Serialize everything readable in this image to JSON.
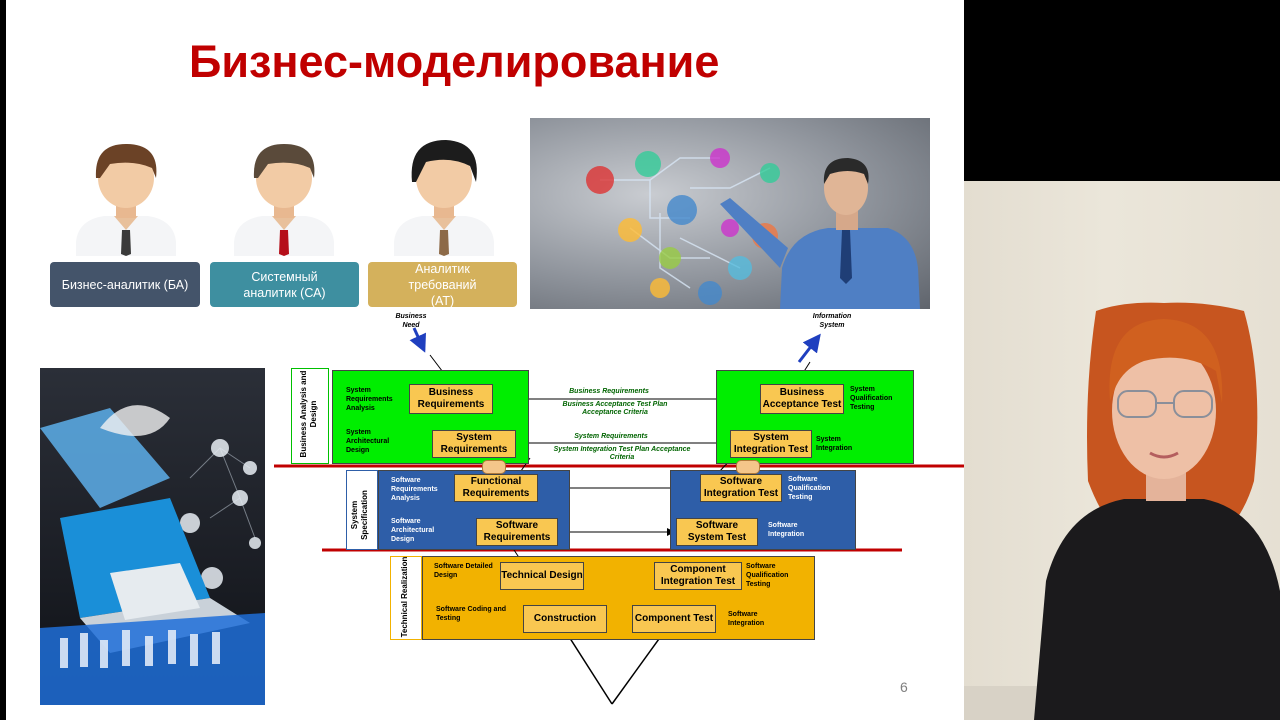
{
  "slide": {
    "title": "Бизнес-моделирование",
    "page_number": "6",
    "roles": [
      {
        "label": "Бизнес-аналитик (БА)",
        "color": "#44546a",
        "tie": "#3a3a3a"
      },
      {
        "label": "Системный аналитик (СА)",
        "color": "#3e8fa0",
        "tie": "#b50f1a"
      },
      {
        "label": "Аналитик требований (АТ)",
        "color": "#d4b15c",
        "tie": "#8d6a48"
      }
    ]
  },
  "diagram": {
    "business_need": "Business Need",
    "information_system": "Information System",
    "levels": {
      "business": "Business Analysis and Design",
      "system": "System Specification",
      "technical": "Technical Realization"
    },
    "boxes": {
      "business_requirements": "Business Requirements",
      "system_requirements": "System Requirements",
      "business_acceptance_test": "Business Acceptance Test",
      "system_integration_test": "System Integration Test",
      "functional_requirements": "Functional Requirements",
      "software_requirements": "Software Requirements",
      "software_integration_test": "Software Integration Test",
      "software_system_test": "Software System Test",
      "technical_design": "Technical Design",
      "construction": "Construction",
      "component_integration_test": "Component Integration Test",
      "component_test": "Component Test"
    },
    "notes": {
      "system_requirements_analysis": "System Requirements Analysis",
      "system_architectural_design": "System Architectural Design",
      "system_qualification_testing": "System Qualification Testing",
      "system_integration": "System Integration",
      "software_requirements_analysis": "Software Requirements Analysis",
      "software_architectural_design": "Software Architectural Design",
      "software_qualification_testing_1": "Software Qualification Testing",
      "software_integration_1": "Software Integration",
      "software_detailed_design": "Software Detailed Design",
      "software_coding_and_testing": "Software Coding and Testing",
      "software_qualification_testing_2": "Software Qualification Testing",
      "software_integration_2": "Software Integration"
    },
    "flows": {
      "business_requirements": "Business Requirements",
      "business_acceptance_plan": "Business Acceptance Test Plan Acceptance Criteria",
      "system_requirements": "System Requirements",
      "system_integration_plan": "System Integration Test Plan Acceptance Criteria"
    },
    "colors": {
      "green": "#00ee00",
      "blue": "#2e5ea8",
      "yellow": "#f2b200",
      "box": "#f9c751",
      "divider": "#c00000"
    }
  }
}
